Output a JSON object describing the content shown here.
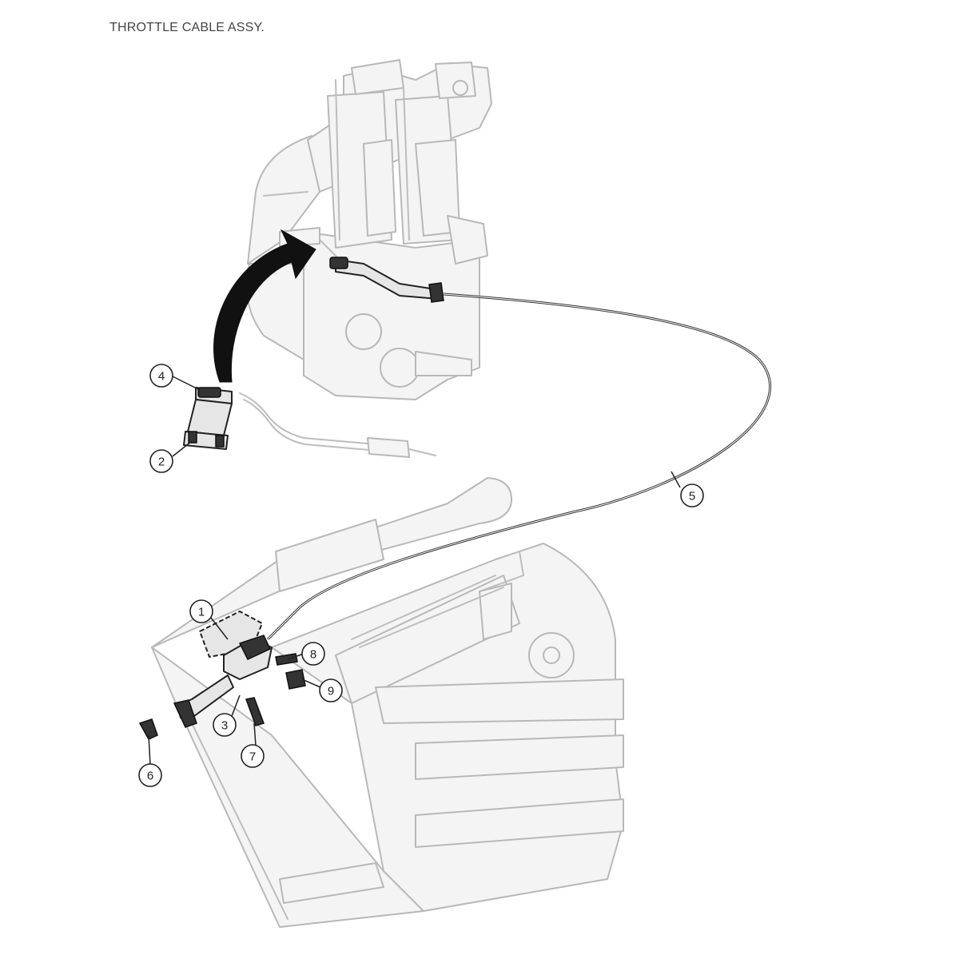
{
  "title": "THROTTLE CABLE ASSY.",
  "callouts": [
    {
      "id": "callout-1",
      "label": "1"
    },
    {
      "id": "callout-2",
      "label": "2"
    },
    {
      "id": "callout-3",
      "label": "3"
    },
    {
      "id": "callout-4",
      "label": "4"
    },
    {
      "id": "callout-5",
      "label": "5"
    },
    {
      "id": "callout-6",
      "label": "6"
    },
    {
      "id": "callout-7",
      "label": "7"
    },
    {
      "id": "callout-8",
      "label": "8"
    },
    {
      "id": "callout-9",
      "label": "9"
    }
  ]
}
